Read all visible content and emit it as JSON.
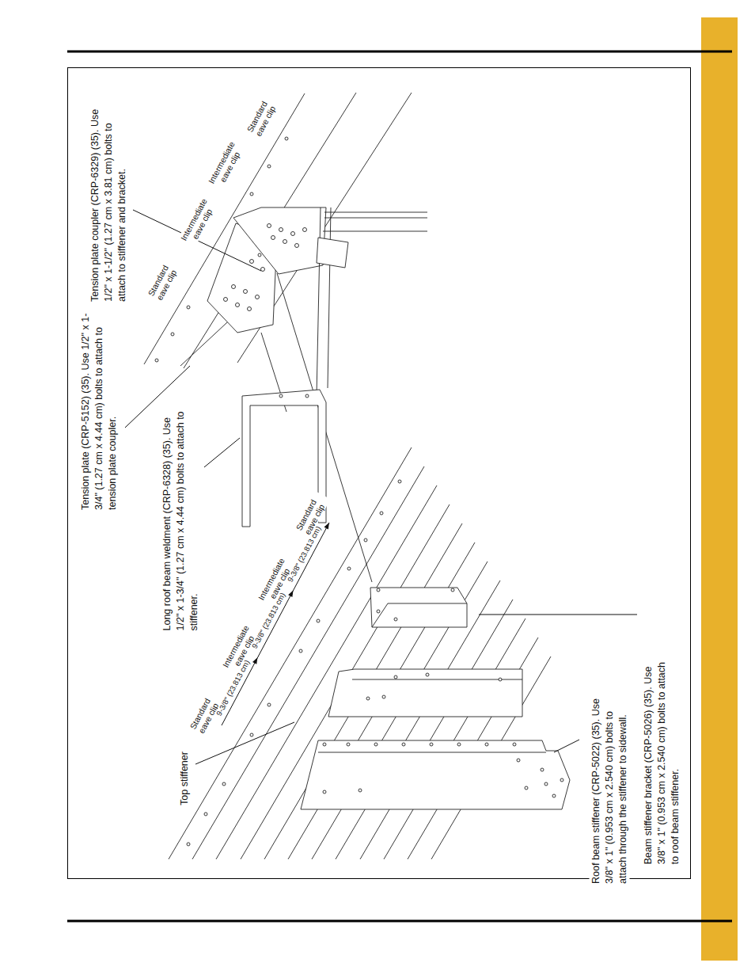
{
  "diagram": {
    "labels": [
      "Tension plate (CRP-5152) (35). Use 1/2\" x 1-3/4\" (1.27 cm x 4.44 cm) bolts to attach to tension plate coupler.",
      "Tension plate coupler (CRP-6329) (35). Use 1/2\" x 1-1/2\" (1.27 cm x 3.81 cm) bolts to attach to stiffener and bracket.",
      "Long roof beam weldment (CRP-6328) (35). Use 1/2\" x 1-3/4\" (1.27 cm x 4.44 cm) bolts to attach to stiffener.",
      "Top stiffener",
      "Roof beam stiffener (CRP-5022) (35). Use 3/8\" x 1\" (0.953 cm x 2.540 cm) bolts to attach through the stiffener to sidewall.",
      "Beam stiffener bracket (CRP-5026) (35). Use 3/8\" x 1\" (0.953 cm x 2.540 cm) bolts to attach to roof beam stiffener.",
      "Standard eave clip",
      "Intermediate eave clip",
      "Intermediate eave clip",
      "Standard eave clip",
      "Standard eave clip",
      "9-3/8\" (23.813 cm)",
      "Intermediate eave clip",
      "9-3/8\" (23.813 cm)",
      "Intermediate eave clip",
      "9-3/8\" (23.813 cm)",
      "Standard eave clip"
    ]
  }
}
